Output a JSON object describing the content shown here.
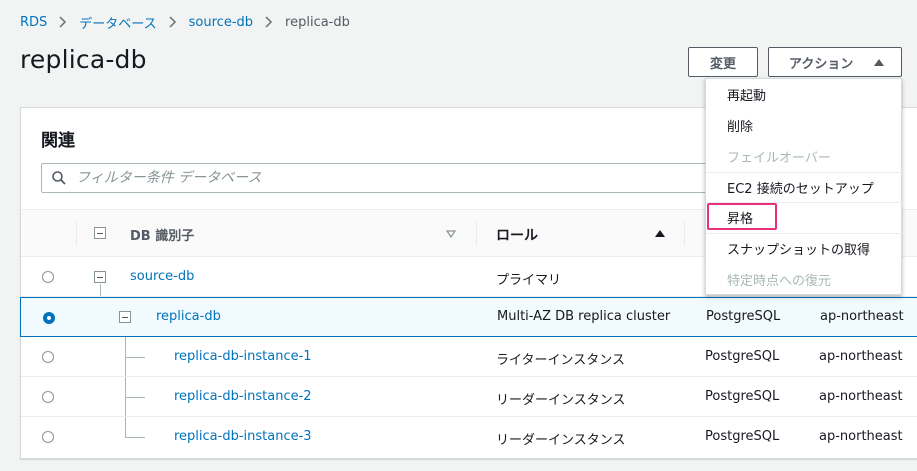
{
  "breadcrumb": {
    "items": [
      "RDS",
      "データベース",
      "source-db",
      "replica-db"
    ]
  },
  "page": {
    "title": "replica-db"
  },
  "header_buttons": {
    "edit": "変更",
    "actions": "アクション"
  },
  "panel": {
    "title": "関連",
    "filter_placeholder": "フィルター条件 データベース"
  },
  "table": {
    "columns": [
      "DB 識別子",
      "ロール"
    ],
    "rows": [
      {
        "id": "source-db",
        "role": "プライマリ",
        "engine": "",
        "region": ""
      },
      {
        "id": "replica-db",
        "role": "Multi-AZ DB replica cluster",
        "engine": "PostgreSQL",
        "region": "ap-northeast"
      },
      {
        "id": "replica-db-instance-1",
        "role": "ライターインスタンス",
        "engine": "PostgreSQL",
        "region": "ap-northeast"
      },
      {
        "id": "replica-db-instance-2",
        "role": "リーダーインスタンス",
        "engine": "PostgreSQL",
        "region": "ap-northeast"
      },
      {
        "id": "replica-db-instance-3",
        "role": "リーダーインスタンス",
        "engine": "PostgreSQL",
        "region": "ap-northeast"
      }
    ],
    "selected_row": 1
  },
  "actions_menu": {
    "items": [
      {
        "label": "再起動",
        "enabled": true
      },
      {
        "label": "削除",
        "enabled": true
      },
      {
        "label": "フェイルオーバー",
        "enabled": false
      },
      {
        "label": "EC2 接続のセットアップ",
        "enabled": true
      },
      {
        "label": "昇格",
        "enabled": true,
        "highlighted": true
      },
      {
        "label": "スナップショットの取得",
        "enabled": true
      },
      {
        "label": "特定時点への復元",
        "enabled": false
      }
    ]
  },
  "colors": {
    "link": "#0073bb",
    "highlight_border": "#e8317a",
    "selected_row_bg": "#f1faff"
  },
  "icons": [
    "chevron-right-icon",
    "caret-up-icon",
    "search-icon",
    "sort-triangle-icon",
    "sort-up-icon",
    "collapse-square-icon",
    "radio-icon"
  ]
}
